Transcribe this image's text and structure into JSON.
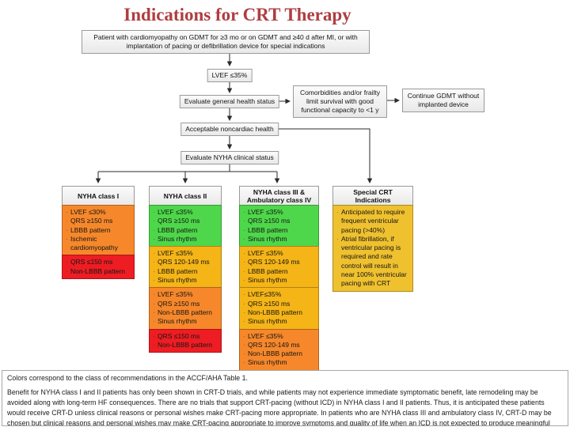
{
  "title": "Indications for CRT Therapy",
  "colors": {
    "title_red": "#AE3E41",
    "green": "#4ED74A",
    "yellow": "#F5B517",
    "orange": "#F6882B",
    "red": "#EE1D23",
    "gold": "#EFC12F"
  },
  "flow": {
    "entry": "Patient with cardiomyopathy on GDMT for ≥3 mo or on GDMT and ≥40 d after MI, or with implantation of pacing or defibrillation device for special indications",
    "lvef": "LVEF ≤35%",
    "eval_health": "Evaluate general health status",
    "comorbidities": "Comorbidities and/or frailty limit survival with good functional capacity to <1 y",
    "continue_gdmt": "Continue GDMT without implanted device",
    "acceptable": "Acceptable noncardiac health",
    "eval_nyha": "Evaluate NYHA clinical status"
  },
  "columns": [
    {
      "header": "NYHA class I",
      "boxes": [
        {
          "color": "#F6882B",
          "items": [
            "LVEF ≤30%",
            "QRS ≥150 ms",
            "LBBB pattern",
            "Ischemic cardiomyopathy"
          ]
        },
        {
          "color": "#EE1D23",
          "items": [
            "QRS ≤150 ms",
            "Non-LBBB pattern"
          ]
        }
      ]
    },
    {
      "header": "NYHA class II",
      "boxes": [
        {
          "color": "#4ED74A",
          "items": [
            "LVEF ≤35%",
            "QRS ≥150 ms",
            "LBBB pattern",
            "Sinus rhythm"
          ]
        },
        {
          "color": "#F5B517",
          "items": [
            "LVEF ≤35%",
            "QRS 120-149 ms",
            "LBBB pattern",
            "Sinus rhythm"
          ]
        },
        {
          "color": "#F6882B",
          "items": [
            "LVEF ≤35%",
            "QRS ≥150 ms",
            "Non-LBBB pattern",
            "Sinus rhythm"
          ]
        },
        {
          "color": "#EE1D23",
          "items": [
            "QRS ≤150 ms",
            "Non-LBBB pattern"
          ]
        }
      ]
    },
    {
      "header": "NYHA class III & Ambulatory class IV",
      "boxes": [
        {
          "color": "#4ED74A",
          "items": [
            "LVEF ≤35%",
            "QRS ≥150 ms",
            "LBBB pattern",
            "Sinus rhythm"
          ]
        },
        {
          "color": "#F5B517",
          "items": [
            "LVEF ≤35%",
            "QRS 120-149 ms",
            "LBBB pattern",
            "Sinus rhythm"
          ]
        },
        {
          "color": "#F5B517",
          "items": [
            "LVEF≤35%",
            "QRS ≥150 ms",
            "Non-LBBB pattern",
            "Sinus rhythm"
          ]
        },
        {
          "color": "#F6882B",
          "items": [
            "LVEF ≤35%",
            "QRS 120-149 ms",
            "Non-LBBB pattern",
            "Sinus rhythm"
          ]
        }
      ]
    },
    {
      "header": "Special CRT Indications",
      "boxes": [
        {
          "color": "#EFC12F",
          "items": [
            "Anticipated to require frequent ventricular pacing (>40%)",
            "Atrial fibrillation, if ventricular pacing is required and rate control will result in near 100% ventricular pacing with CRT"
          ]
        }
      ]
    }
  ],
  "footnote": {
    "colors_note": "Colors correspond to the class of recommendations in the ACCF/AHA Table 1.",
    "benefit_note": "Benefit for NYHA class I and II patients has only been shown in CRT-D trials, and while patients may not experience immediate symptomatic benefit, late remodeling may be avoided along with long-term HF consequences. There are no trials that support CRT-pacing (without ICD) in NYHA class I and II patients. Thus, it is anticipated these patients would receive CRT-D unless clinical reasons or personal wishes make CRT-pacing more appropriate. In patients who are NYHA class III and ambulatory class IV, CRT-D may be chosen but clinical reasons and personal wishes may make CRT-pacing appropriate to improve symptoms and quality of life when an ICD is not expected to produce meaningful benefit in survival."
  }
}
